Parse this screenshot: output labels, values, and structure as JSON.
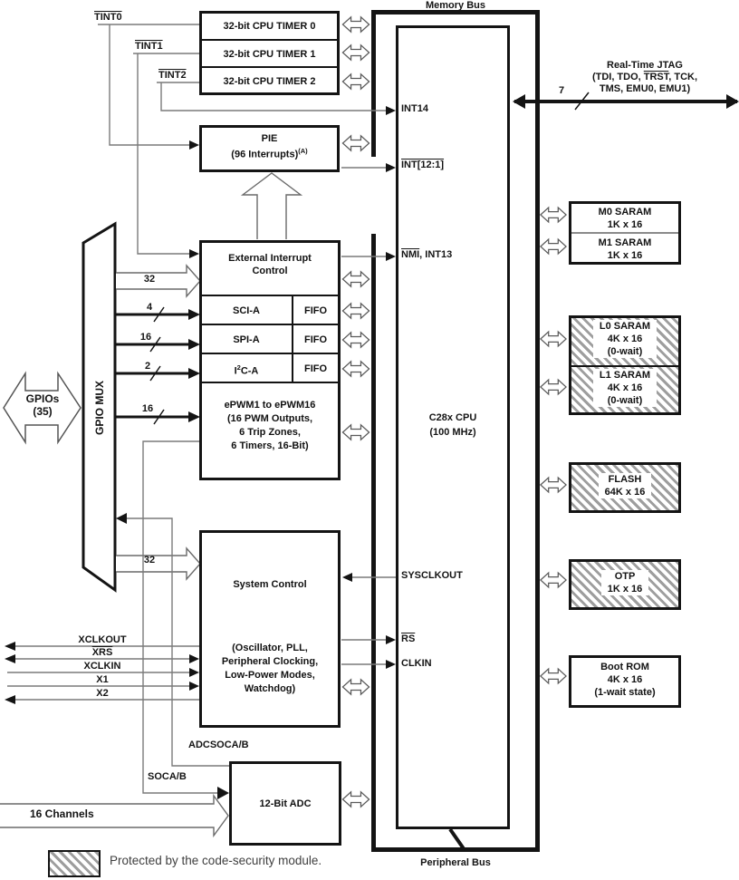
{
  "bus_labels": {
    "memory": "Memory Bus",
    "peripheral": "Peripheral Bus"
  },
  "legend": {
    "text": "Protected by the code-security module."
  },
  "jtag": {
    "title": "Real-Time JTAG",
    "pins_pre": "(TDI, TDO, ",
    "pins_bar": "TRST",
    "pins_post": ", TCK,",
    "pins2": "TMS, EMU0, EMU1)",
    "bus_width": "7"
  },
  "timers": {
    "rows": [
      "32-bit CPU TIMER 0",
      "32-bit CPU TIMER 1",
      "32-bit CPU TIMER 2"
    ],
    "tint0": "TINT0",
    "tint1": "TINT1",
    "tint2": "TINT2"
  },
  "pie": {
    "name": "PIE",
    "sub": "(96 Interrupts)",
    "sup": "(A)"
  },
  "cpu": {
    "name": "C28x CPU",
    "freq": "(100 MHz)",
    "int14": "INT14",
    "int12_1": "INT[12:1]",
    "nmi": "NMI",
    "nmi_rest": ", INT13",
    "sysclkout": "SYSCLKOUT",
    "rs": "RS",
    "clkin": "CLKIN"
  },
  "gpio": {
    "pins_line1": "GPIOs",
    "pins_line2": "(35)",
    "mux": "GPIO MUX"
  },
  "periph": {
    "extint_l1": "External Interrupt",
    "extint_l2": "Control",
    "sci": "SCI-A",
    "sci_fifo": "FIFO",
    "spi": "SPI-A",
    "spi_fifo": "FIFO",
    "i2c_pre": "I",
    "i2c_sup": "2",
    "i2c_post": "C-A",
    "i2c_fifo": "FIFO",
    "epwm_l1": "ePWM1 to ePWM16",
    "epwm_l2": "(16 PWM Outputs,",
    "epwm_l3": "6 Trip Zones,",
    "epwm_l4": "6 Timers, 16-Bit)"
  },
  "widths": {
    "extint": "32",
    "sci": "4",
    "spi": "16",
    "i2c": "2",
    "epwm": "16",
    "sysctrl": "32"
  },
  "sysctrl": {
    "title": "System Control",
    "d1": "(Oscillator, PLL,",
    "d2": "Peripheral Clocking,",
    "d3": "Low-Power Modes,",
    "d4": "Watchdog)"
  },
  "left_pins": {
    "xclkout": "XCLKOUT",
    "xrs": "XRS",
    "xclkin": "XCLKIN",
    "x1": "X1",
    "x2": "X2"
  },
  "adc": {
    "name": "12-Bit ADC",
    "adcsoc": "ADCSOCA/B",
    "soc": "SOCA/B",
    "channels": "16 Channels"
  },
  "memories": {
    "m0n": "M0 SARAM",
    "m0s": "1K x 16",
    "m1n": "M1 SARAM",
    "m1s": "1K x 16",
    "l0n": "L0 SARAM",
    "l0s": "4K x 16",
    "l0w": "(0-wait)",
    "l1n": "L1 SARAM",
    "l1s": "4K x 16",
    "l1w": "(0-wait)",
    "flashn": "FLASH",
    "flashs": "64K x 16",
    "otpn": "OTP",
    "otps": "1K x 16",
    "romn": "Boot ROM",
    "roms": "4K x 16",
    "romw": "(1-wait state)"
  },
  "colors": {
    "line": "#7a7a7a",
    "black": "#141414",
    "hatch_gray": "#9e9e9e"
  }
}
